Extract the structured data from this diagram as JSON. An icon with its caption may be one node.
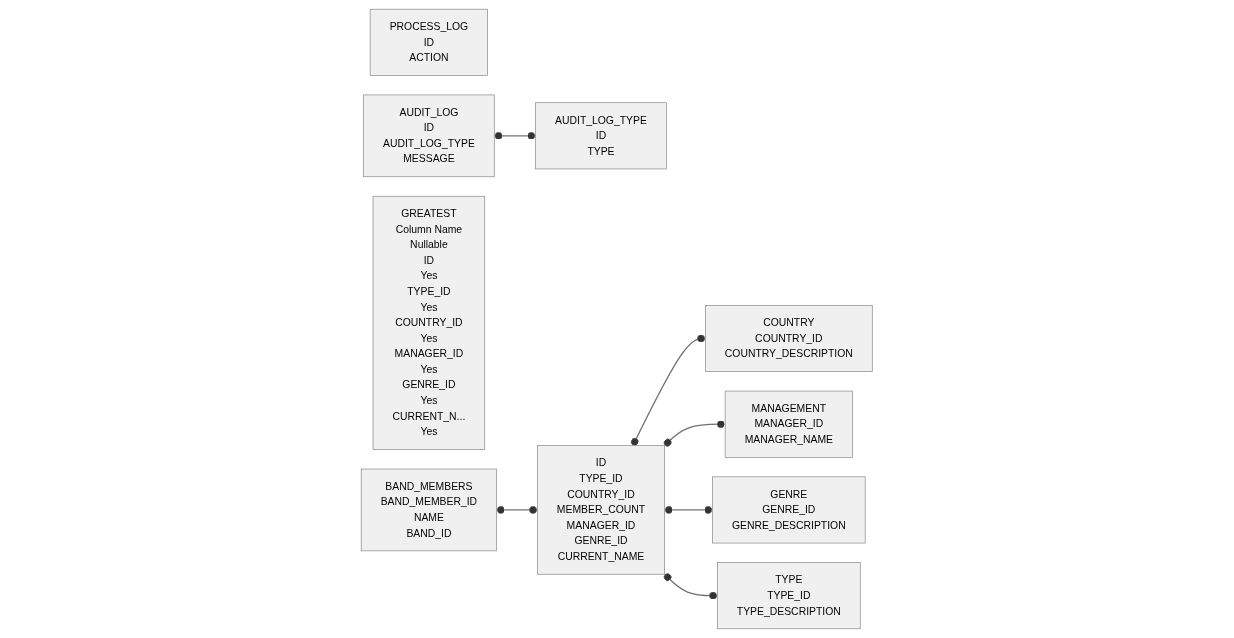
{
  "diagram": {
    "nodes": [
      {
        "text": [
          "PROCESS_LOG",
          "ID",
          "ACTION"
        ]
      },
      {
        "text": [
          "AUDIT_LOG",
          "ID",
          "AUDIT_LOG_TYPE",
          "MESSAGE"
        ]
      },
      {
        "text": [
          "AUDIT_LOG_TYPE",
          "ID",
          "TYPE"
        ]
      },
      {
        "text": [
          "COUNTRY",
          "COUNTRY_ID",
          "COUNTRY_DESCRIPTION"
        ]
      },
      {
        "text": [
          "ID",
          "TYPE_ID",
          "COUNTRY_ID",
          "MEMBER_COUNT",
          "MANAGER_ID",
          "GENRE_ID",
          "CURRENT_NAME"
        ]
      },
      {
        "text": [
          "MANAGEMENT",
          "MANAGER_ID",
          "MANAGER_NAME"
        ]
      },
      {
        "text": [
          "GREATEST",
          "Column Name",
          "Nullable",
          "ID",
          "Yes",
          "TYPE_ID",
          "Yes",
          "COUNTRY_ID",
          "Yes",
          "MANAGER_ID",
          "Yes",
          "GENRE_ID",
          "Yes",
          "CURRENT_N...",
          "Yes"
        ]
      },
      {
        "text": [
          "GENRE",
          "GENRE_ID",
          "GENRE_DESCRIPTION"
        ]
      },
      {
        "text": [
          "TYPE",
          "TYPE_ID",
          "TYPE_DESCRIPTION"
        ]
      },
      {
        "text": [
          "BAND_MEMBERS",
          "BAND_MEMBER_ID",
          "NAME",
          "BAND_ID"
        ]
      }
    ],
    "edges": [
      {
        "from": 1,
        "to": 2,
        "arrow": "other"
      },
      {
        "from": 4,
        "to": 3,
        "arrow": "other"
      },
      {
        "from": 4,
        "to": 5,
        "arrow": "other"
      },
      {
        "from": 4,
        "to": 7,
        "arrow": "other"
      },
      {
        "from": 4,
        "to": 8,
        "arrow": "other"
      },
      {
        "from": 9,
        "to": 4,
        "arrow": "other"
      }
    ]
  }
}
